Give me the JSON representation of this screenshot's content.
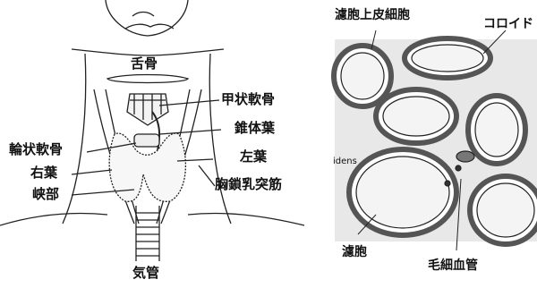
{
  "anatomy": {
    "labels": {
      "hyoid": "舌骨",
      "thyroid_cartilage": "甲状軟骨",
      "pyramidal_lobe": "錐体葉",
      "cricoid_cartilage": "輪状軟骨",
      "left_lobe": "左葉",
      "right_lobe": "右葉",
      "isthmus": "峡部",
      "sternocleidomastoid": "胸鎖乳突筋",
      "trachea": "気管"
    }
  },
  "histology": {
    "labels": {
      "follicular_epithelium": "濾胞上皮細胞",
      "colloid": "コロイド",
      "follicle": "濾胞",
      "capillary": "毛細血管",
      "stray_text": "idens"
    }
  }
}
